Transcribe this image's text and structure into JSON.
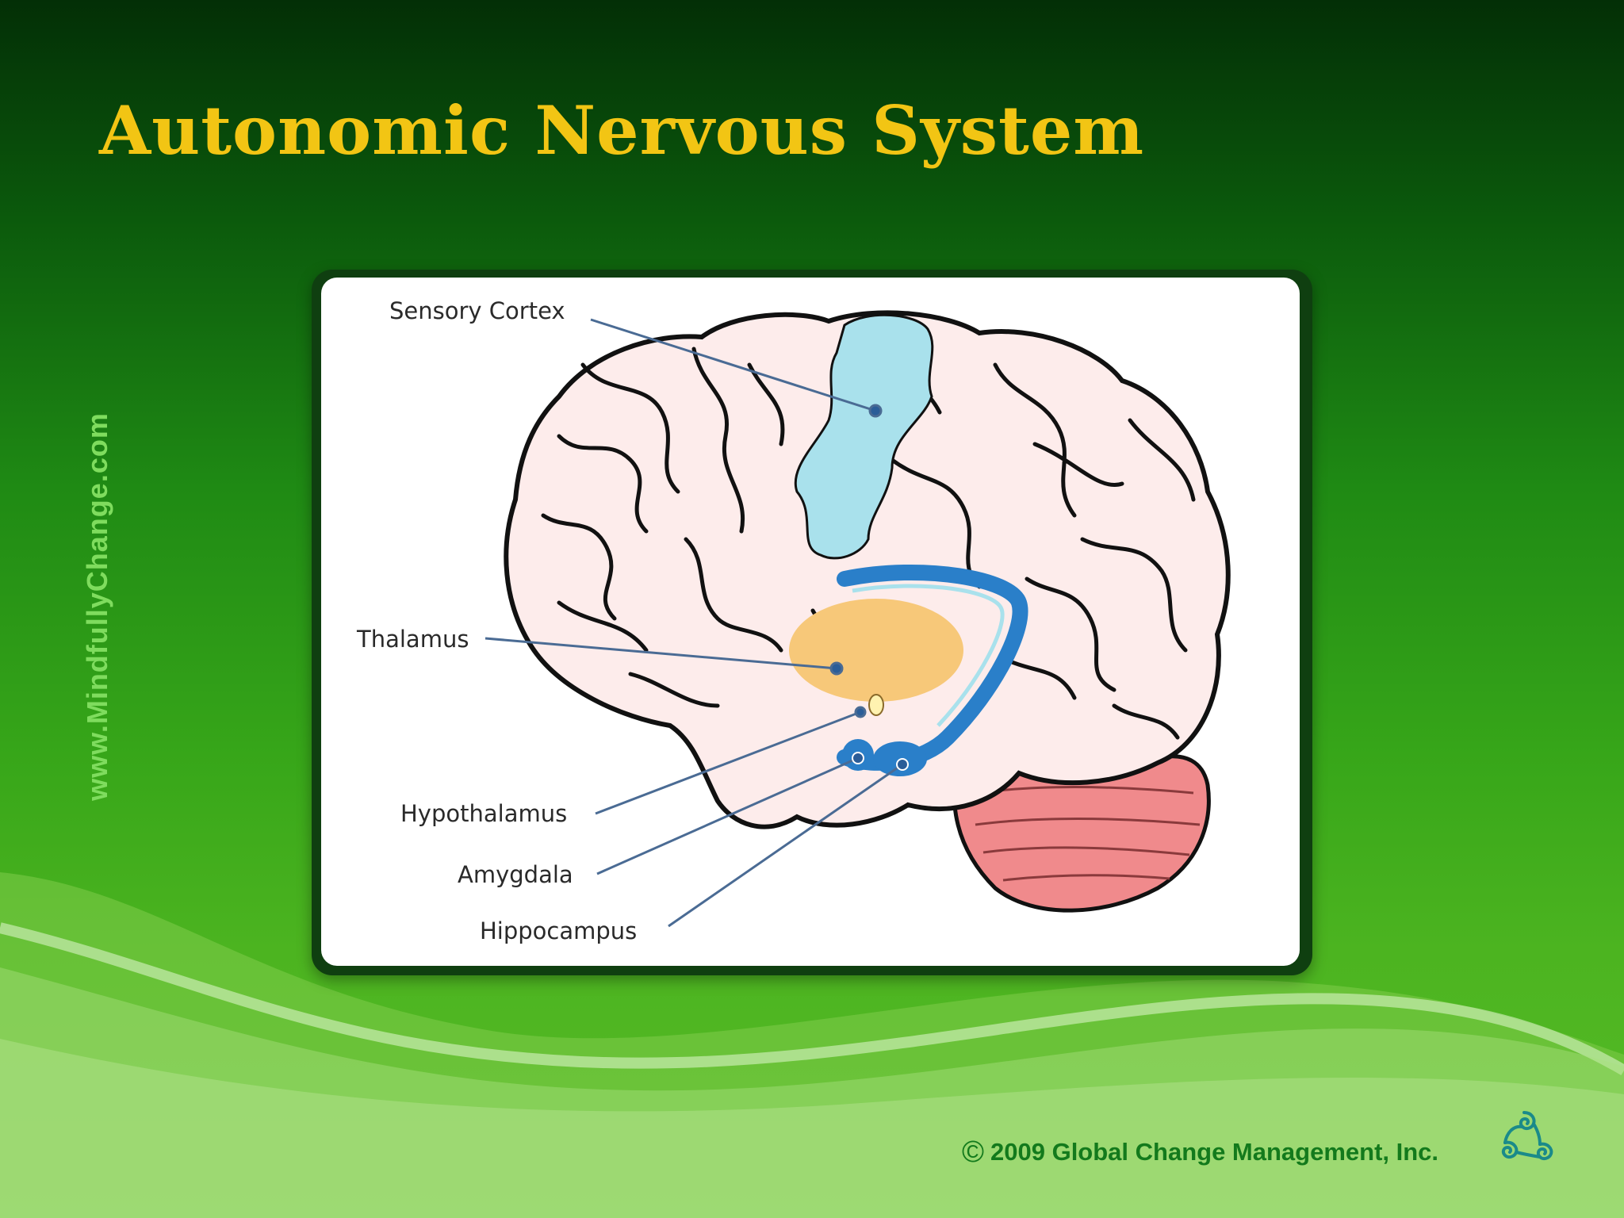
{
  "slide": {
    "title": "Autonomic Nervous System",
    "side_url": "www.MindfullyChange.com",
    "copyright_symbol": "©",
    "copyright_text": "2009 Global Change Management, Inc."
  },
  "diagram": {
    "labels": {
      "sensory_cortex": "Sensory Cortex",
      "thalamus": "Thalamus",
      "hypothalamus": "Hypothalamus",
      "amygdala": "Amygdala",
      "hippocampus": "Hippocampus"
    }
  },
  "colors": {
    "title": "#f2c514",
    "sensory_cortex": "#a9e1ec",
    "thalamus": "#f7c879",
    "limbic": "#2a7fc9",
    "cerebellum": "#f08a8c",
    "brain": "#fdeceb"
  }
}
